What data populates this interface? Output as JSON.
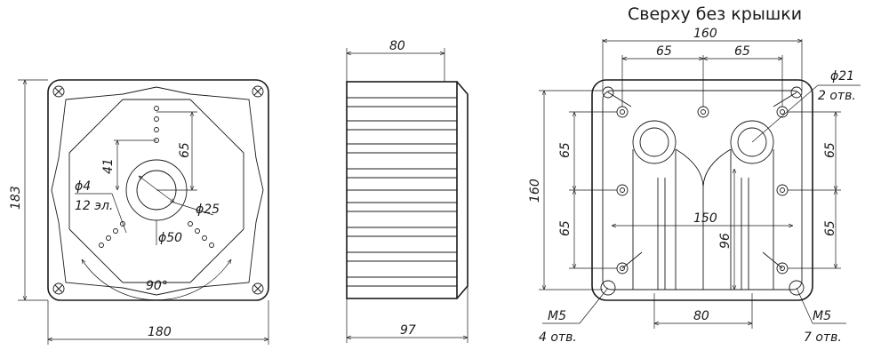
{
  "title": "Сверху без крышки",
  "front": {
    "width_label": "180",
    "height_label": "183",
    "hole_pitch_vertical": "65",
    "hole_offset": "41",
    "hole_diameter_small": "ϕ4",
    "hole_count": "12 эл.",
    "center_hole": "ϕ25",
    "center_circle": "ϕ50",
    "angle": "90°"
  },
  "side": {
    "depth_top": "80",
    "depth_bottom": "97"
  },
  "top": {
    "width_label": "160",
    "height_label": "160",
    "pitch_a": "65",
    "pitch_b": "65",
    "left_a": "65",
    "left_b": "65",
    "right_a": "65",
    "right_b": "65",
    "inner_span": "150",
    "inner_height": "96",
    "bottom_span": "80",
    "gland_d": "ϕ21",
    "gland_n": "2 отв.",
    "m5_left": "M5",
    "m5_left_n": "4 отв.",
    "m5_right": "M5",
    "m5_right_n": "7 отв."
  }
}
